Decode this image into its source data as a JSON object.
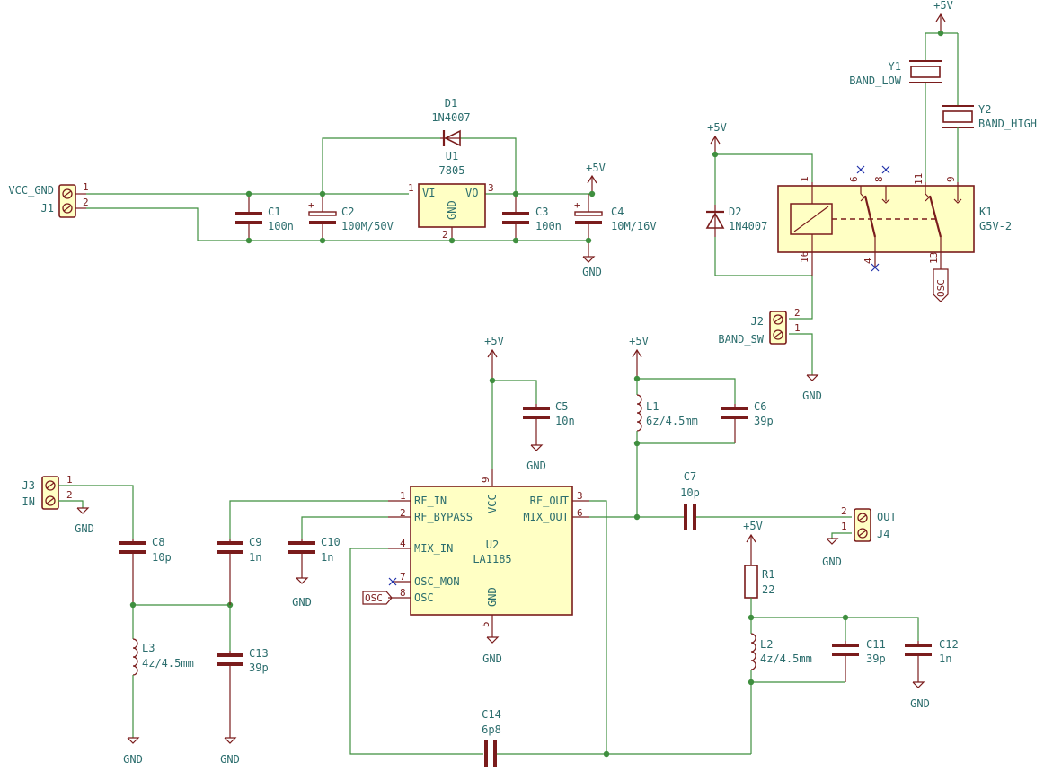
{
  "power": {
    "p5v": "+5V",
    "gnd": "GND"
  },
  "J1": {
    "ref": "J1",
    "value": "VCC_GND",
    "pin1": "1",
    "pin2": "2"
  },
  "J2": {
    "ref": "J2",
    "value": "BAND_SW",
    "pin1": "1",
    "pin2": "2"
  },
  "J3": {
    "ref": "J3",
    "value": "IN",
    "pin1": "1",
    "pin2": "2"
  },
  "J4": {
    "ref": "J4",
    "value": "OUT",
    "pin1": "1",
    "pin2": "2"
  },
  "D1": {
    "ref": "D1",
    "value": "1N4007"
  },
  "D2": {
    "ref": "D2",
    "value": "1N4007"
  },
  "U1": {
    "ref": "U1",
    "value": "7805",
    "vi": "VI",
    "vo": "VO",
    "gnd": "GND",
    "pin1": "1",
    "pin2": "2",
    "pin3": "3"
  },
  "C1": {
    "ref": "C1",
    "value": "100n"
  },
  "C2": {
    "ref": "C2",
    "value": "100M/50V"
  },
  "C3": {
    "ref": "C3",
    "value": "100n"
  },
  "C4": {
    "ref": "C4",
    "value": "10M/16V"
  },
  "C5": {
    "ref": "C5",
    "value": "10n"
  },
  "C6": {
    "ref": "C6",
    "value": "39p"
  },
  "C7": {
    "ref": "C7",
    "value": "10p"
  },
  "C8": {
    "ref": "C8",
    "value": "10p"
  },
  "C9": {
    "ref": "C9",
    "value": "1n"
  },
  "C10": {
    "ref": "C10",
    "value": "1n"
  },
  "C11": {
    "ref": "C11",
    "value": "39p"
  },
  "C12": {
    "ref": "C12",
    "value": "1n"
  },
  "C13": {
    "ref": "C13",
    "value": "39p"
  },
  "C14": {
    "ref": "C14",
    "value": "6p8"
  },
  "L1": {
    "ref": "L1",
    "value": "6z/4.5mm"
  },
  "L2": {
    "ref": "L2",
    "value": "4z/4.5mm"
  },
  "L3": {
    "ref": "L3",
    "value": "4z/4.5mm"
  },
  "R1": {
    "ref": "R1",
    "value": "22"
  },
  "Y1": {
    "ref": "Y1",
    "value": "BAND_LOW"
  },
  "Y2": {
    "ref": "Y2",
    "value": "BAND_HIGH"
  },
  "K1": {
    "ref": "K1",
    "value": "G5V-2",
    "p1": "1",
    "p4": "4",
    "p6": "6",
    "p8": "8",
    "p9": "9",
    "p11": "11",
    "p13": "13",
    "p16": "16"
  },
  "U2": {
    "ref": "U2",
    "value": "LA1185",
    "rf_in": "RF_IN",
    "rf_bypass": "RF_BYPASS",
    "mix_in": "MIX_IN",
    "osc_mon": "OSC_MON",
    "osc": "OSC",
    "vcc": "VCC",
    "gnd": "GND",
    "rf_out": "RF_OUT",
    "mix_out": "MIX_OUT",
    "p1": "1",
    "p2": "2",
    "p3": "3",
    "p4": "4",
    "p5": "5",
    "p6": "6",
    "p7": "7",
    "p8": "8",
    "p9": "9"
  },
  "labels": {
    "osc": "OSC"
  }
}
